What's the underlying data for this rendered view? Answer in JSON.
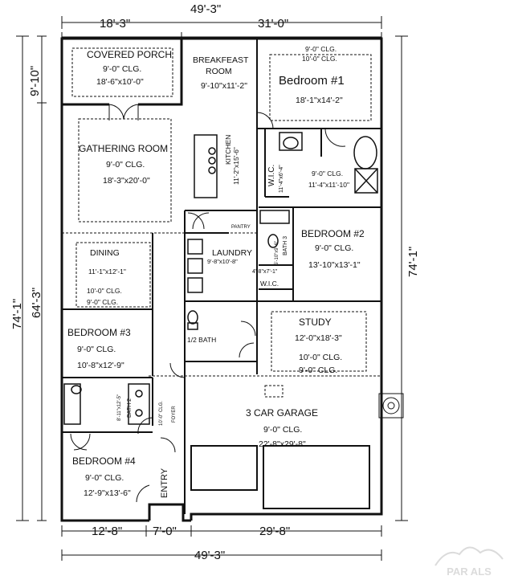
{
  "dims": {
    "top_total": "49'-3\"",
    "top_left": "18'-3\"",
    "top_right": "31'-0\"",
    "left_porch": "9'-10\"",
    "left_total_outer": "74'-1\"",
    "left_total_inner": "64'-3\"",
    "right_total": "74'-1\"",
    "bottom_left": "12'-8\"",
    "bottom_mid": "7'-0\"",
    "bottom_right": "29'-8\"",
    "bottom_total": "49'-3\""
  },
  "rooms": {
    "covered_porch": {
      "name": "COVERED PORCH",
      "clg": "9'-0\" CLG.",
      "size": "18'-6\"x10'-0\""
    },
    "breakfast": {
      "name1": "BREAKFEAST",
      "name2": "ROOM",
      "size": "9'-10\"x11'-2\""
    },
    "bedroom1": {
      "clg1": "9'-0\" CLG.",
      "clg2": "10'-0\" CLG.",
      "name": "Bedroom #1",
      "size": "18'-1\"x14'-2\""
    },
    "gathering": {
      "name": "GATHERING ROOM",
      "clg": "9'-0\" CLG.",
      "size": "18'-3\"x20'-0\""
    },
    "kitchen": {
      "name": "KITCHEN",
      "size": "11'-2\"x15'-6\""
    },
    "bath1": {
      "clg": "9'-0\" CLG.",
      "size": "11'-4\"x11'-10\""
    },
    "wic1": {
      "name": "W.I.C.",
      "size": "11'-4\"x6'-4\""
    },
    "bedroom2": {
      "name": "BEDROOM #2",
      "clg": "9'-0\" CLG.",
      "size": "13'-10\"x13'-1\""
    },
    "pantry": {
      "name": "PANTRY"
    },
    "dining": {
      "name": "DINING",
      "size": "11'-1\"x12'-1\"",
      "clg1": "10'-0\" CLG.",
      "clg2": "9'-0\" CLG."
    },
    "laundry": {
      "name": "LAUNDRY",
      "size": "9'-8\"x10'-8\""
    },
    "bath3": {
      "name": "BATH 3",
      "size": "5'-10\"x9'-6\""
    },
    "wic2": {
      "name": "W.I.C.",
      "size": "4'-8\"x7'-1\""
    },
    "study": {
      "name": "STUDY",
      "size": "12'-0\"x18'-3\"",
      "clg1": "10'-0\" CLG.",
      "clg2": "9'-0\" CLG."
    },
    "bedroom3": {
      "name": "BEDROOM #3",
      "clg": "9'-0\" CLG.",
      "size": "10'-8\"x12'-9\""
    },
    "half_bath": {
      "name": "1/2 BATH"
    },
    "bath2": {
      "name": "BATH 2",
      "size": "8'-11\"x12'-5\""
    },
    "foyer": {
      "name": "FOYER",
      "clg": "10'-0\" CLG."
    },
    "garage": {
      "name": "3 CAR GARAGE",
      "clg": "9'-0\" CLG.",
      "size": "22'-8\"x29'-8\""
    },
    "bedroom4": {
      "name": "BEDROOM #4",
      "clg": "9'-0\" CLG.",
      "size": "12'-9\"x13'-6\""
    },
    "entry": {
      "name": "ENTRY"
    }
  },
  "watermark": {
    "text": "PAR ALS"
  }
}
